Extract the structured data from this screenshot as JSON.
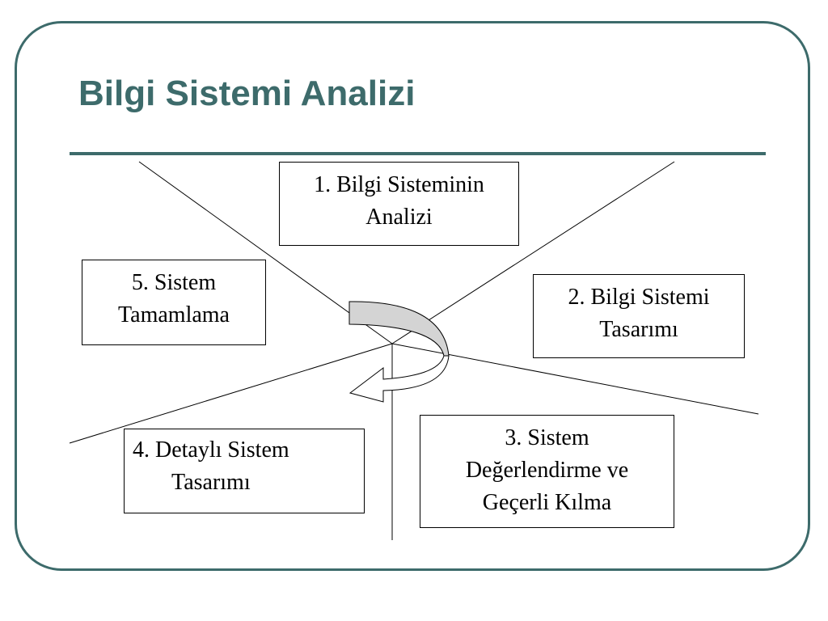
{
  "slide": {
    "title": "Bilgi Sistemi Analizi"
  },
  "diagram": {
    "steps": [
      {
        "label": "1. Bilgi Sisteminin\nAnalizi"
      },
      {
        "label": "2. Bilgi Sistemi\nTasarımı"
      },
      {
        "label": "3. Sistem\nDeğerlendirme ve\nGeçerli Kılma"
      },
      {
        "label": "4. Detaylı Sistem\n     Tasarımı"
      },
      {
        "label": "5. Sistem\nTamamlama"
      }
    ],
    "colors": {
      "accent": "#3d6b6b",
      "arrow_fill": "#d4d4d4",
      "line": "#000000"
    },
    "icons": {
      "cycle_arrow": "curved-cycle-arrow-icon"
    }
  }
}
